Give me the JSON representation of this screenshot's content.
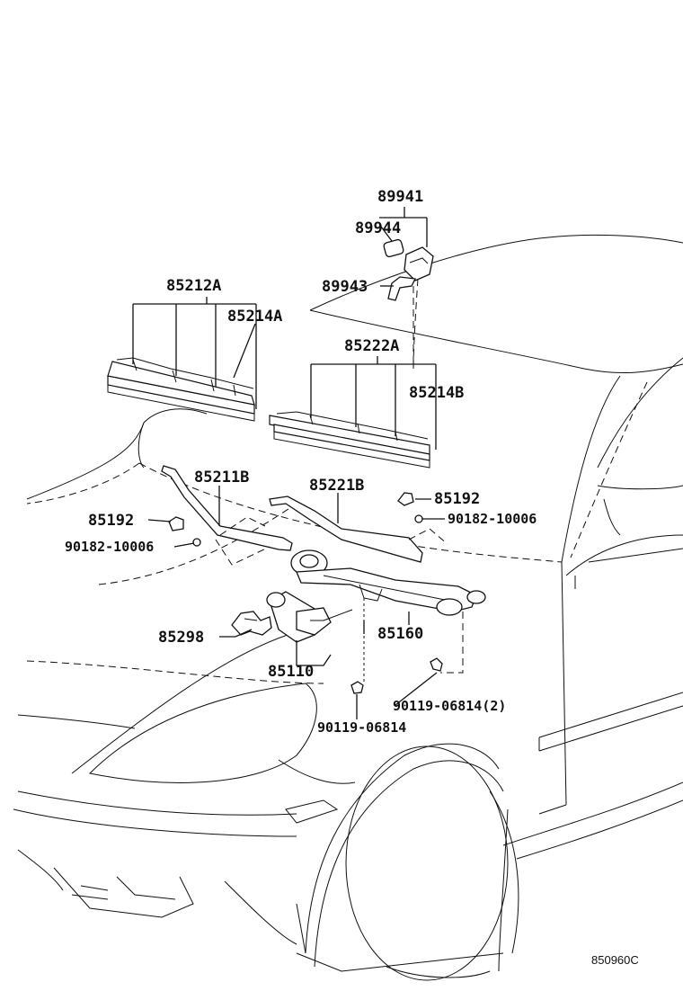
{
  "labels": {
    "p89941": "89941",
    "p89944": "89944",
    "p89943": "89943",
    "p85212a": "85212A",
    "p85214a": "85214A",
    "p85222a": "85222A",
    "p85214b": "85214B",
    "p85211b": "85211B",
    "p85221b": "85221B",
    "p85192_right": "85192",
    "p90182_right": "90182-10006",
    "p85192_left": "85192",
    "p90182_left": "90182-10006",
    "p85298": "85298",
    "p85160": "85160",
    "p85110": "85110",
    "p90119_2": "90119-06814(2)",
    "p90119": "90119-06814"
  },
  "diagram_code": "850960C"
}
